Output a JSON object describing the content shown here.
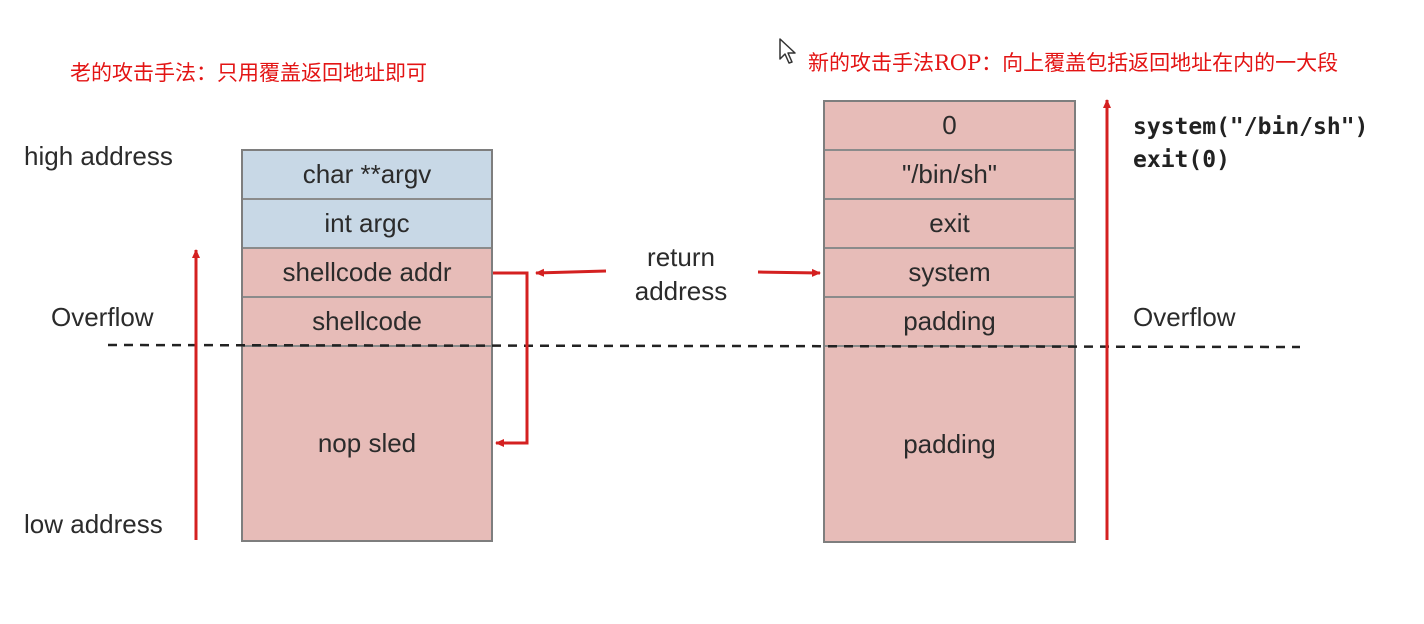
{
  "titles": {
    "old": "老的攻击手法：只用覆盖返回地址即可",
    "new": "新的攻击手法ROP：向上覆盖包括返回地址在内的一大段"
  },
  "labels": {
    "high_address": "high address",
    "low_address": "low address",
    "overflow_left": "Overflow",
    "overflow_right": "Overflow",
    "return_address_line1": "return",
    "return_address_line2": "address"
  },
  "code": {
    "line1": "system(\"/bin/sh\")",
    "line2": "exit(0)"
  },
  "left_stack": [
    {
      "label": "char **argv",
      "color": "#c8d8e6"
    },
    {
      "label": "int argc",
      "color": "#c8d8e6"
    },
    {
      "label": "shellcode addr",
      "color": "#e7bcb8"
    },
    {
      "label": "shellcode",
      "color": "#e7bcb8"
    },
    {
      "label": "nop sled",
      "color": "#e7bcb8"
    }
  ],
  "right_stack": [
    {
      "label": "0",
      "color": "#e7bcb8"
    },
    {
      "label": "\"/bin/sh\"",
      "color": "#e7bcb8"
    },
    {
      "label": "exit",
      "color": "#e7bcb8"
    },
    {
      "label": "system",
      "color": "#e7bcb8"
    },
    {
      "label": "padding",
      "color": "#e7bcb8"
    },
    {
      "label": "padding",
      "color": "#e7bcb8"
    }
  ],
  "colors": {
    "arrow": "#d42020",
    "title": "#e31414",
    "cell_red": "#e7bcb8",
    "cell_blue": "#c8d8e6"
  }
}
